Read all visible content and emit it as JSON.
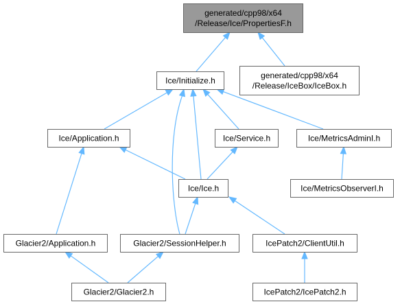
{
  "nodes": [
    {
      "id": "propertiesf",
      "lines": [
        "generated/cpp98/x64",
        "/Release/Ice/PropertiesF.h"
      ],
      "highlighted": true
    },
    {
      "id": "initialize",
      "lines": [
        "Ice/Initialize.h"
      ]
    },
    {
      "id": "icebox",
      "lines": [
        "generated/cpp98/x64",
        "/Release/IceBox/IceBox.h"
      ]
    },
    {
      "id": "application",
      "lines": [
        "Ice/Application.h"
      ]
    },
    {
      "id": "service",
      "lines": [
        "Ice/Service.h"
      ]
    },
    {
      "id": "metricsadmini",
      "lines": [
        "Ice/MetricsAdminI.h"
      ]
    },
    {
      "id": "ice",
      "lines": [
        "Ice/Ice.h"
      ]
    },
    {
      "id": "metricsobserveri",
      "lines": [
        "Ice/MetricsObserverI.h"
      ]
    },
    {
      "id": "glacier2application",
      "lines": [
        "Glacier2/Application.h"
      ]
    },
    {
      "id": "sessionhelper",
      "lines": [
        "Glacier2/SessionHelper.h"
      ]
    },
    {
      "id": "clientutil",
      "lines": [
        "IcePatch2/ClientUtil.h"
      ]
    },
    {
      "id": "glacier2",
      "lines": [
        "Glacier2/Glacier2.h"
      ]
    },
    {
      "id": "icepatch2",
      "lines": [
        "IcePatch2/IcePatch2.h"
      ]
    }
  ],
  "edges": [
    {
      "from": "initialize",
      "to": "propertiesf"
    },
    {
      "from": "icebox",
      "to": "propertiesf"
    },
    {
      "from": "application",
      "to": "initialize"
    },
    {
      "from": "ice",
      "to": "initialize"
    },
    {
      "from": "sessionhelper",
      "to": "initialize"
    },
    {
      "from": "service",
      "to": "initialize"
    },
    {
      "from": "metricsadmini",
      "to": "initialize"
    },
    {
      "from": "ice",
      "to": "application"
    },
    {
      "from": "glacier2application",
      "to": "application"
    },
    {
      "from": "ice",
      "to": "service"
    },
    {
      "from": "metricsobserveri",
      "to": "metricsadmini"
    },
    {
      "from": "sessionhelper",
      "to": "ice"
    },
    {
      "from": "clientutil",
      "to": "ice"
    },
    {
      "from": "glacier2",
      "to": "glacier2application"
    },
    {
      "from": "glacier2",
      "to": "sessionhelper"
    },
    {
      "from": "icepatch2",
      "to": "clientutil"
    }
  ],
  "colors": {
    "edge": "#63b8ff",
    "node_border": "#666666",
    "highlight_fill": "#999999",
    "node_fill": "#ffffff"
  }
}
